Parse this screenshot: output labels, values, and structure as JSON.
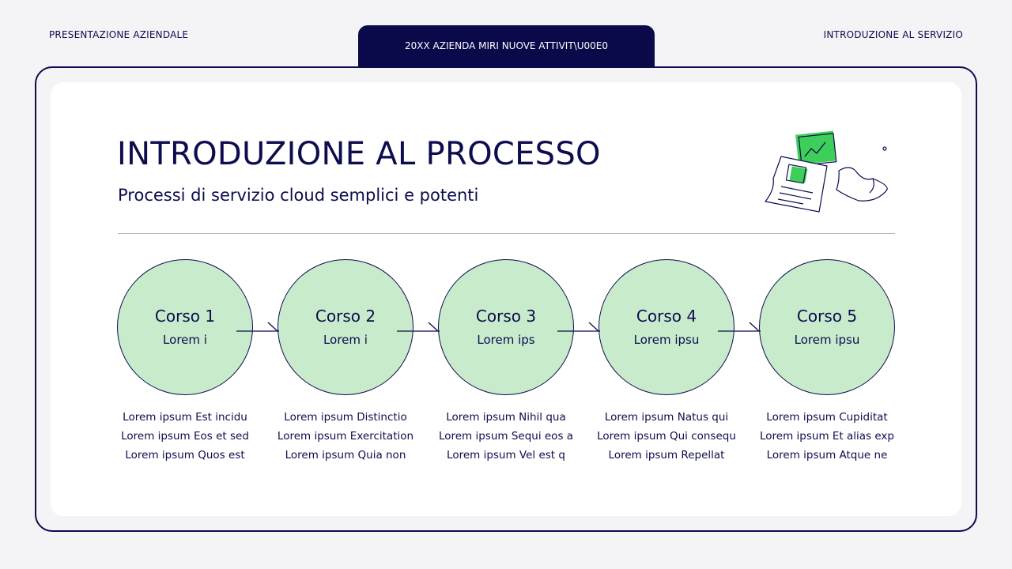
{
  "header": {
    "left_label": "PRESENTAZIONE AZIENDALE",
    "center_tab": "20XX AZIENDA MIRI NUOVE ATTIVIT\\U00E0",
    "right_label": "INTRODUZIONE AL SERVIZIO"
  },
  "slide": {
    "title": "INTRODUZIONE AL PROCESSO",
    "subtitle": "Processi di servizio cloud semplici e potenti"
  },
  "steps": [
    {
      "title": "Corso 1",
      "subtitle": "Lorem i",
      "lines": [
        "Lorem ipsum Est incidu",
        "Lorem ipsum Eos et sed",
        "Lorem ipsum Quos est"
      ]
    },
    {
      "title": "Corso 2",
      "subtitle": "Lorem i",
      "lines": [
        "Lorem ipsum Distinctio",
        "Lorem ipsum Exercitation",
        "Lorem ipsum Quia non"
      ]
    },
    {
      "title": "Corso 3",
      "subtitle": "Lorem ips",
      "lines": [
        "Lorem ipsum Nihil qua",
        "Lorem ipsum Sequi eos a",
        "Lorem ipsum Vel est q"
      ]
    },
    {
      "title": "Corso 4",
      "subtitle": "Lorem ipsu",
      "lines": [
        "Lorem ipsum Natus qui",
        "Lorem ipsum Qui consequ",
        "Lorem ipsum Repellat"
      ]
    },
    {
      "title": "Corso 5",
      "subtitle": "Lorem ipsu",
      "lines": [
        "Lorem ipsum Cupiditat",
        "Lorem ipsum Et alias exp",
        "Lorem ipsum Atque ne"
      ]
    }
  ],
  "colors": {
    "navy": "#0d0c4e",
    "circle_fill": "#c8ebcc",
    "accent_green": "#3ecf5a"
  },
  "icons": {
    "illustration": "documents-chart-illustration-icon",
    "connector": "arrow-right-icon"
  }
}
